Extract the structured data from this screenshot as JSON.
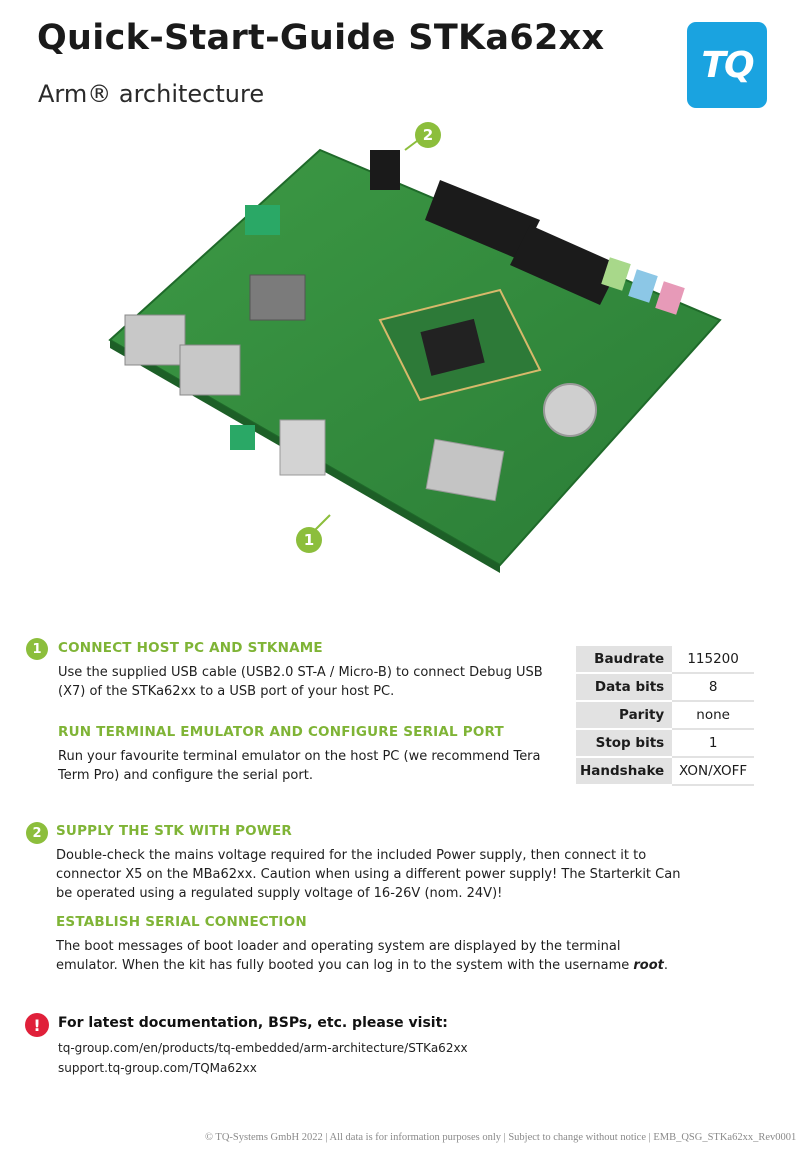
{
  "header": {
    "title": "Quick-Start-Guide STKa62xx",
    "subtitle": "Arm® architecture",
    "logo_text": "TQ"
  },
  "image_callouts": {
    "top": "2",
    "bottom": "1"
  },
  "section1": {
    "number": "1",
    "heading": "CONNECT HOST PC AND STKNAME",
    "text": "Use the supplied USB cable (USB2.0 ST-A / Micro-B) to connect Debug USB (X7) of the STKa62xx to a USB port of your host PC.",
    "heading2": "RUN TERMINAL EMULATOR AND CONFIGURE SERIAL PORT",
    "text2": "Run your favourite terminal emulator on the host PC (we recommend Tera Term Pro) and configure the serial port."
  },
  "serial_table": [
    {
      "key": "Baudrate",
      "value": "115200"
    },
    {
      "key": "Data bits",
      "value": "8"
    },
    {
      "key": "Parity",
      "value": "none"
    },
    {
      "key": "Stop bits",
      "value": "1"
    },
    {
      "key": "Handshake",
      "value": "XON/XOFF"
    }
  ],
  "section2": {
    "number": "2",
    "heading": "SUPPLY THE STK WITH POWER",
    "text": "Double-check the mains voltage required for the included Power supply, then connect it to connector X5 on the MBa62xx. Caution when using a different power supply! The Starterkit Can be operated using a regulated supply voltage of 16-26V (nom. 24V)!",
    "heading2": "ESTABLISH SERIAL CONNECTION",
    "text2_part1": "The boot messages of boot loader and operating system are displayed by the terminal emulator. When the kit has fully booted you can log in to the system with the username ",
    "text2_user": "root",
    "text2_end": "."
  },
  "documentation": {
    "icon": "!",
    "heading": "For latest documentation, BSPs, etc. please visit:",
    "link1": "tq-group.com/en/products/tq-embedded/arm-architecture/STKa62xx",
    "link2": "support.tq-group.com/TQMa62xx"
  },
  "footer": "© TQ-Systems GmbH 2022 | All data is for information purposes only | Subject to change without notice  | EMB_QSG_STKa62xx_Rev0001",
  "colors": {
    "accent_green": "#8cbe3c",
    "logo_blue": "#1aa3e0",
    "warning_red": "#e0203a"
  }
}
